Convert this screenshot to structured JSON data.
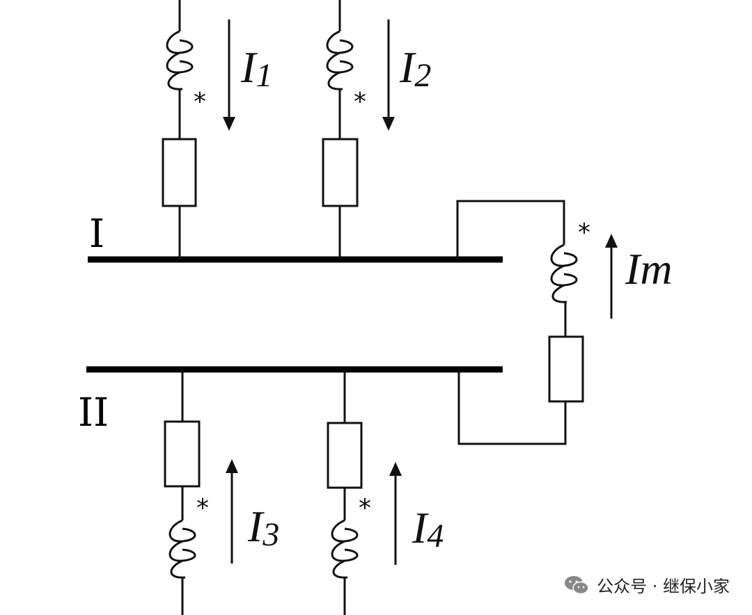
{
  "buses": [
    {
      "label": "I"
    },
    {
      "label": "II"
    }
  ],
  "currents": {
    "i1": {
      "main": "I",
      "sub": "1",
      "direction": "down"
    },
    "i2": {
      "main": "I",
      "sub": "2",
      "direction": "down"
    },
    "i3": {
      "main": "I",
      "sub": "3",
      "direction": "up"
    },
    "i4": {
      "main": "I",
      "sub": "4",
      "direction": "up"
    },
    "im": {
      "main": "I",
      "sub": "m",
      "direction": "up"
    }
  },
  "polarity_mark": "*",
  "watermark": {
    "text": "公众号 · 继保小家",
    "icon": "wechat-icon"
  }
}
